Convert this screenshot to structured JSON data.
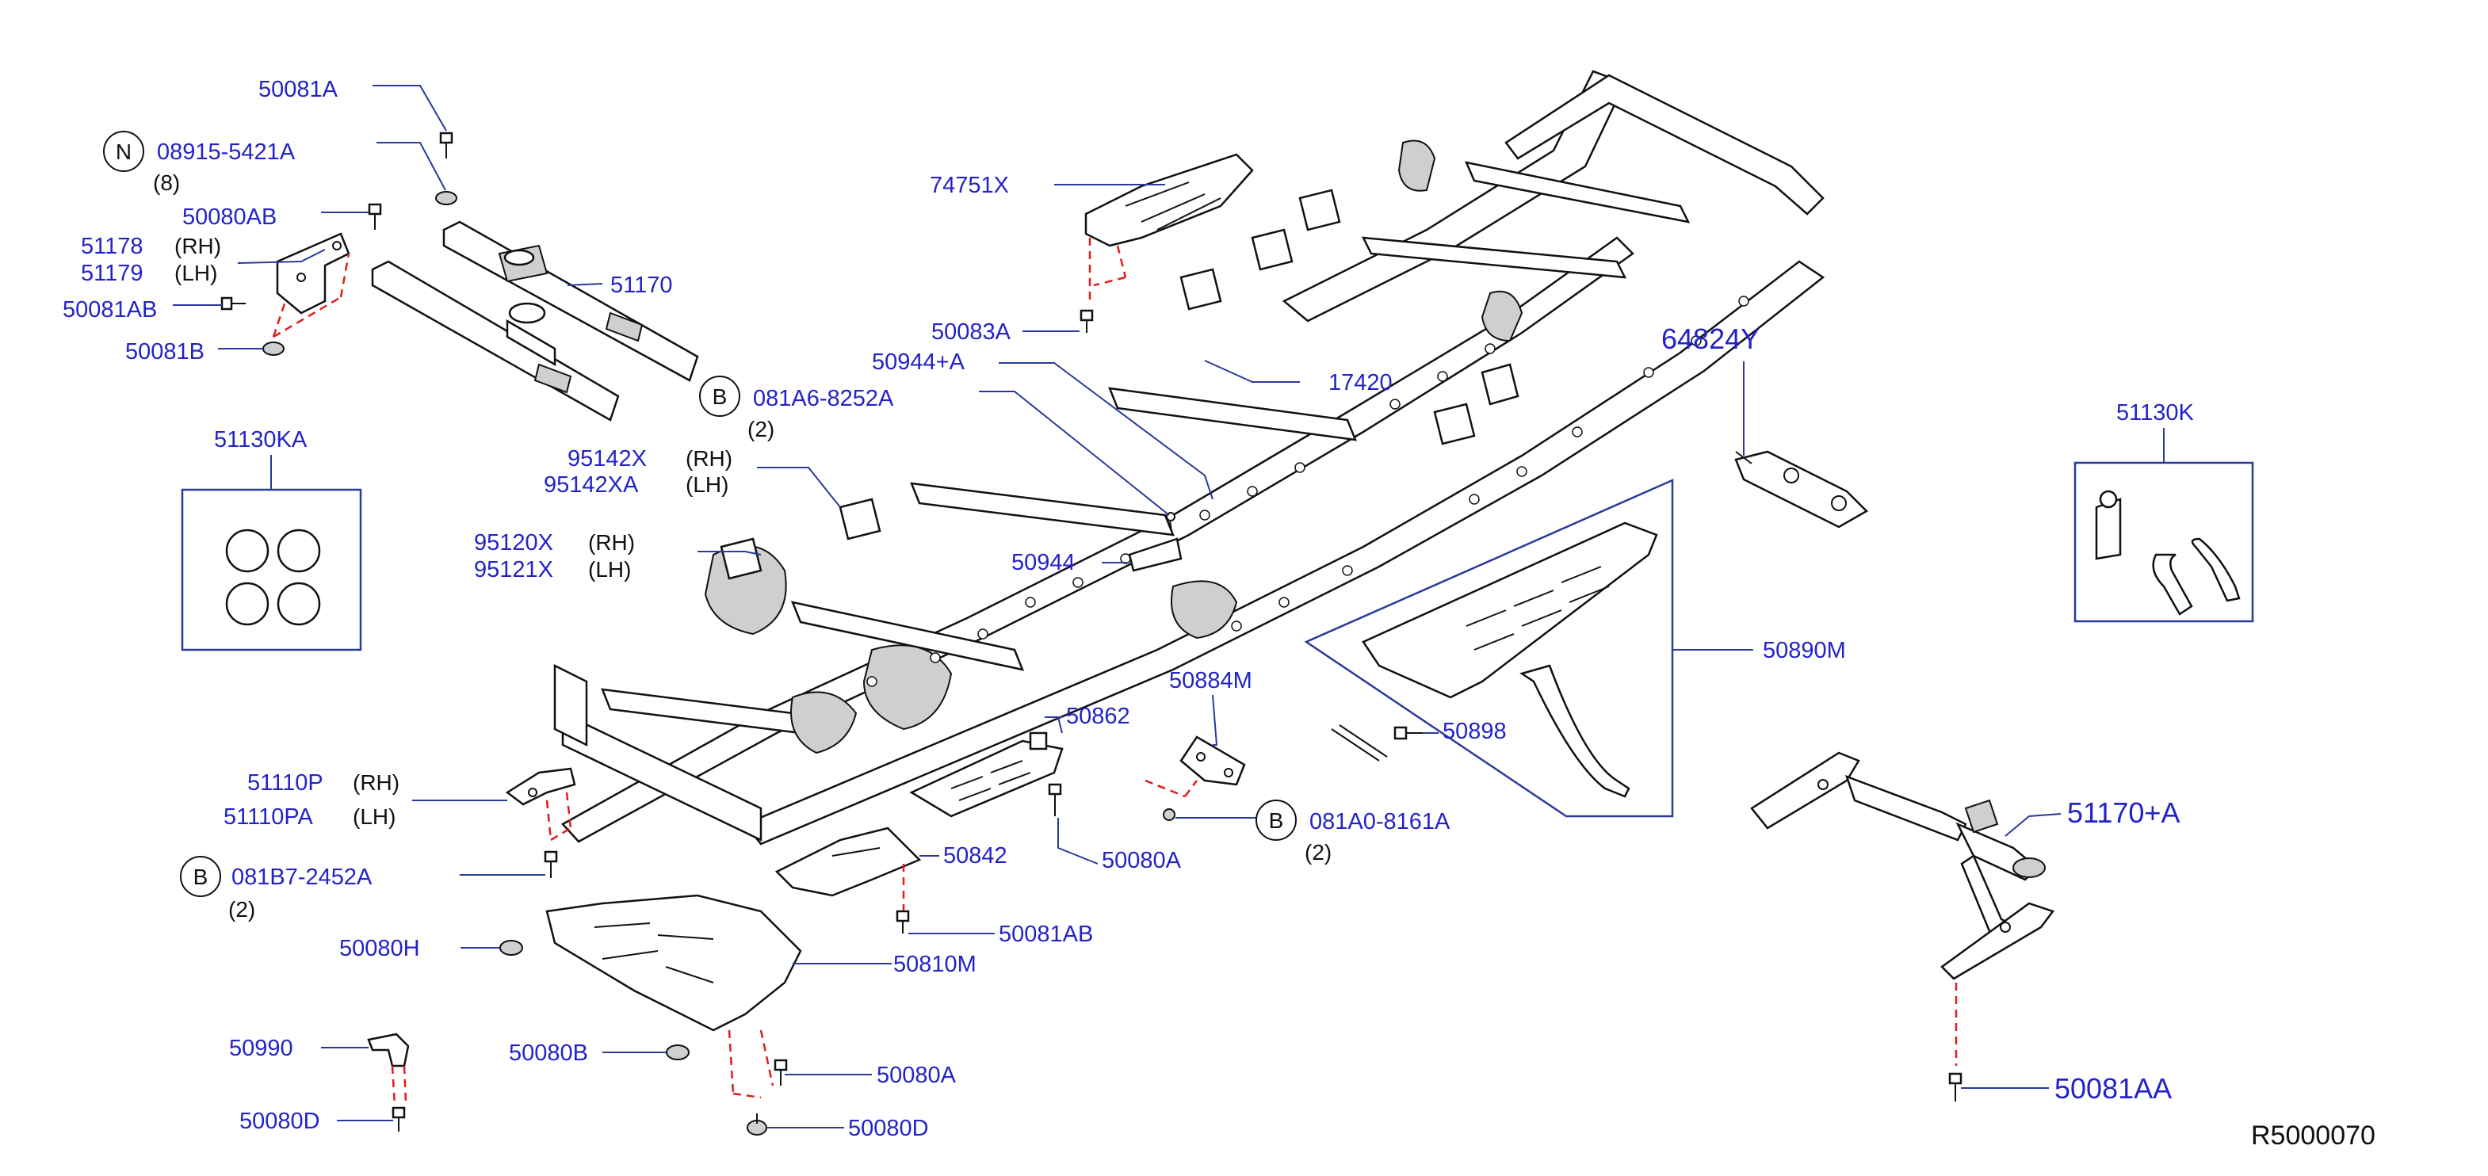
{
  "diagram_id": "R5000070",
  "callouts": {
    "p50081A": "50081A",
    "p08915": "08915-5421A",
    "p08915_qty": "(8)",
    "p50080AB": "50080AB",
    "p51178": "51178",
    "p51179": "51179",
    "p50081AB_a": "50081AB",
    "p50081B": "50081B",
    "p51170": "51170",
    "p51130KA": "51130KA",
    "p74751X": "74751X",
    "p50083A": "50083A",
    "p50944A": "50944+A",
    "p17420": "17420",
    "p081A6": "081A6-8252A",
    "p081A6_qty": "(2)",
    "p95142X": "95142X",
    "p95142XA": "95142XA",
    "p95120X": "95120X",
    "p95121X": "95121X",
    "p50944": "50944",
    "p64824Y": "64824Y",
    "p51130K": "51130K",
    "p50890M": "50890M",
    "p50898": "50898",
    "p50884M": "50884M",
    "p50862": "50862",
    "p081A0": "081A0-8161A",
    "p081A0_qty": "(2)",
    "p50080A_a": "50080A",
    "p50842": "50842",
    "p51110P": "51110P",
    "p51110PA": "51110PA",
    "p081B7": "081B7-2452A",
    "p081B7_qty": "(2)",
    "p50081AB_b": "50081AB",
    "p50080H": "50080H",
    "p50810M": "50810M",
    "p50990": "50990",
    "p50080B": "50080B",
    "p50080A_b": "50080A",
    "p50080D_a": "50080D",
    "p50080D_b": "50080D",
    "p51170A": "51170+A",
    "p50081AA": "50081AA"
  },
  "sides": {
    "rh": "(RH)",
    "lh": "(LH)"
  },
  "markers": {
    "n": "N",
    "b": "B"
  },
  "colors": {
    "label": "#2323c8",
    "leader": "#2a3a9a",
    "fastener_dash": "#e21b1b",
    "line": "#111111"
  }
}
